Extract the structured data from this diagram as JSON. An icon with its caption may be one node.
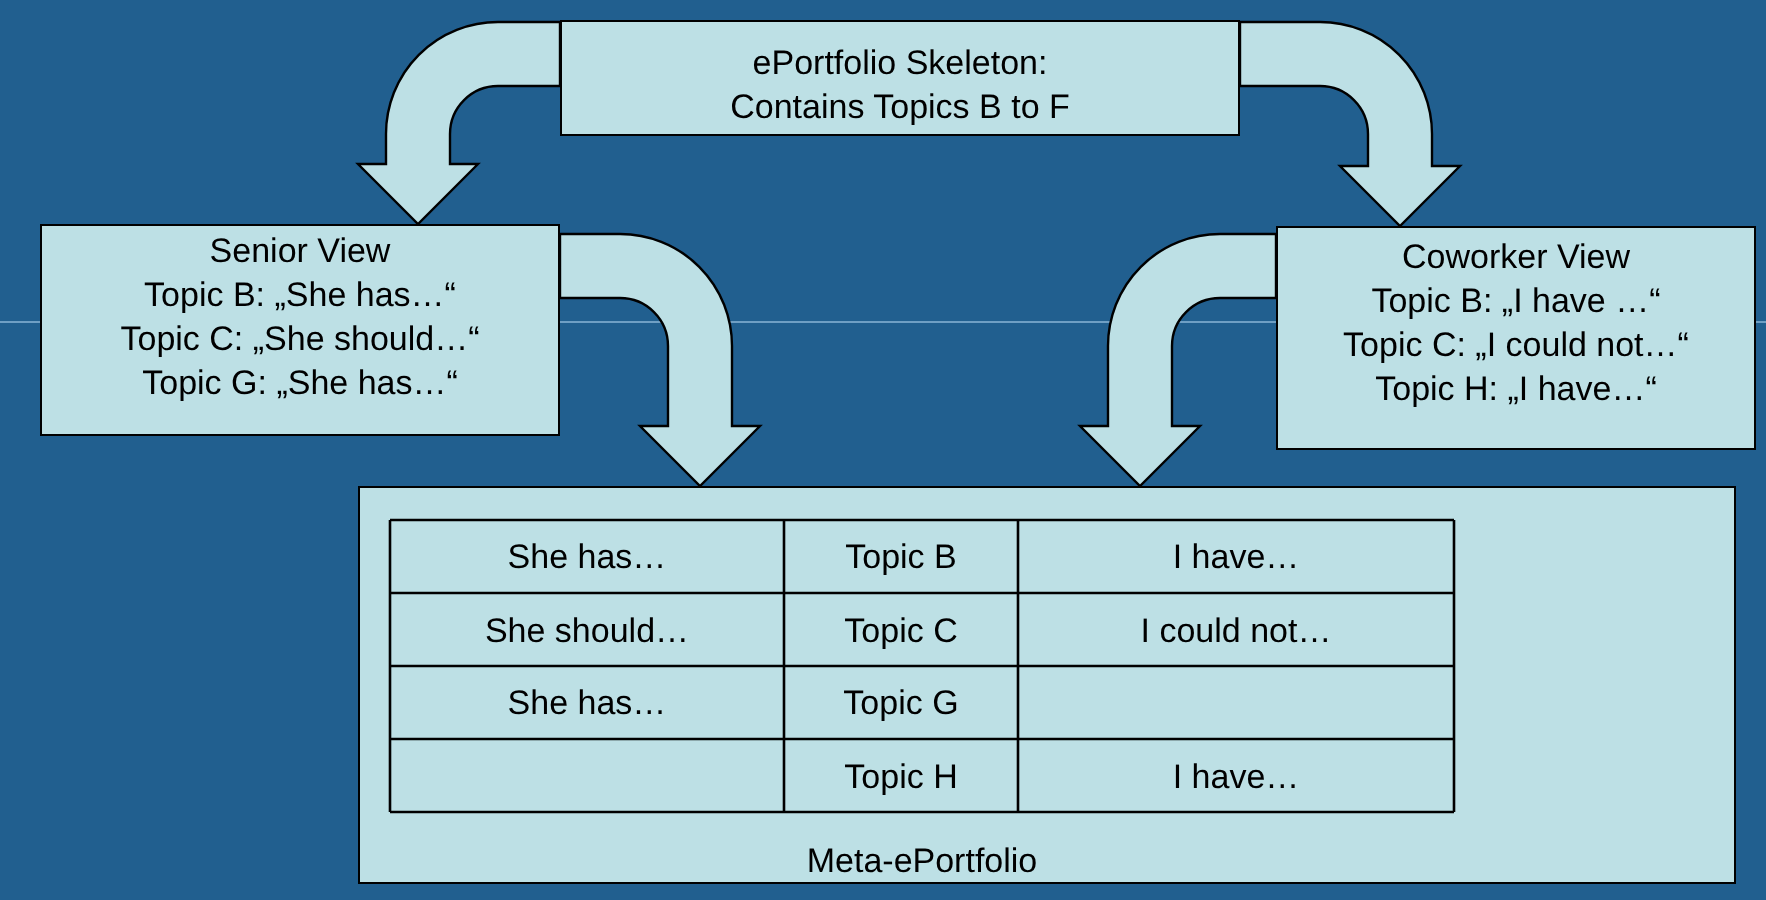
{
  "diagram": {
    "nodes": [
      {
        "text": [
          "ePortfolio Skeleton: Contains Topics B to F"
        ]
      },
      {
        "text": [
          "Senior View",
          "Topic B: „She has…“",
          "Topic C: „She should…“",
          "Topic G: „She has…“"
        ]
      },
      {
        "text": [
          "Coworker View",
          "Topic B: „I have …“",
          "Topic C: „I could not…“",
          "Topic H: „I have…“"
        ]
      },
      {
        "text": [
          "Meta-ePortfolio"
        ]
      }
    ],
    "edges": [
      {
        "from": 0,
        "to": 1,
        "arrow": "to"
      },
      {
        "from": 0,
        "to": 2,
        "arrow": "to"
      },
      {
        "from": 1,
        "to": 3,
        "arrow": "to"
      },
      {
        "from": 2,
        "to": 3,
        "arrow": "to"
      }
    ],
    "labels": [
      "She has…",
      "Topic B",
      "I have…",
      "She should…",
      "Topic C",
      "I could not…",
      "She has…",
      "Topic G",
      "Topic H",
      "I have…"
    ]
  }
}
